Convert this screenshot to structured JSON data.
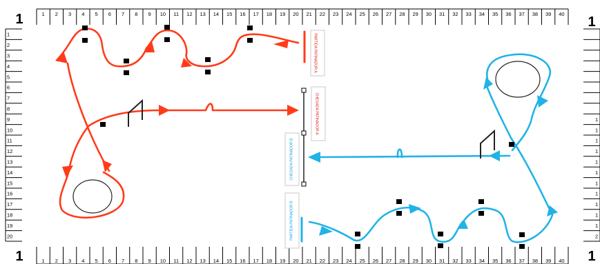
{
  "corner_labels": {
    "top_left": "1",
    "top_right": "1",
    "bottom_left": "1",
    "bottom_right": "1"
  },
  "columns_top": [
    "1",
    "2",
    "3",
    "4",
    "5",
    "6",
    "7",
    "8",
    "9",
    "10",
    "11",
    "12",
    "13",
    "14",
    "15",
    "16",
    "17",
    "18",
    "19",
    "20",
    "21",
    "22",
    "23",
    "24",
    "25",
    "26",
    "27",
    "28",
    "29",
    "30",
    "31",
    "32",
    "33",
    "34",
    "35",
    "36",
    "37",
    "38",
    "39",
    "40"
  ],
  "columns_bottom": [
    "1",
    "2",
    "3",
    "4",
    "5",
    "6",
    "7",
    "8",
    "9",
    "10",
    "11",
    "12",
    "13",
    "14",
    "15",
    "16",
    "17",
    "18",
    "19",
    "20",
    "21",
    "22",
    "23",
    "24",
    "25",
    "26",
    "27",
    "28",
    "29",
    "30",
    "31",
    "32",
    "33",
    "34",
    "35",
    "36",
    "37",
    "38",
    "39",
    "40"
  ],
  "rows_left": [
    "1",
    "2",
    "3",
    "4",
    "5",
    "6",
    "7",
    "8",
    "9",
    "10",
    "11",
    "12",
    "13",
    "14",
    "15",
    "16",
    "17",
    "18",
    "19",
    "20"
  ],
  "rows_right": [
    "",
    "",
    "",
    "",
    "",
    "",
    "",
    "",
    "1",
    "1",
    "1",
    "1",
    "1",
    "1",
    "1",
    "1",
    "1",
    "1",
    "1",
    "2"
  ],
  "labels": {
    "partida_a": "PARTIDA PATINADOR A",
    "chegada_a": "CHEGADA PATINADOR A",
    "chegada_b": "CHEGADA PATINADOR B",
    "partida_b": "PARTIDA PATINADOR B"
  },
  "colors": {
    "skater_a": "#ff3b1a",
    "skater_b": "#21b3e6",
    "marker": "#000000",
    "grid": "#000000",
    "label_a_text": "#e02020",
    "label_b_text": "#1ba0e0",
    "label_border": "#c8c8c8"
  },
  "icons": {
    "marker": "black-square-cone",
    "arrow": "triangle-arrowhead",
    "jump": "jump-symbol",
    "circle": "spin-circle"
  }
}
